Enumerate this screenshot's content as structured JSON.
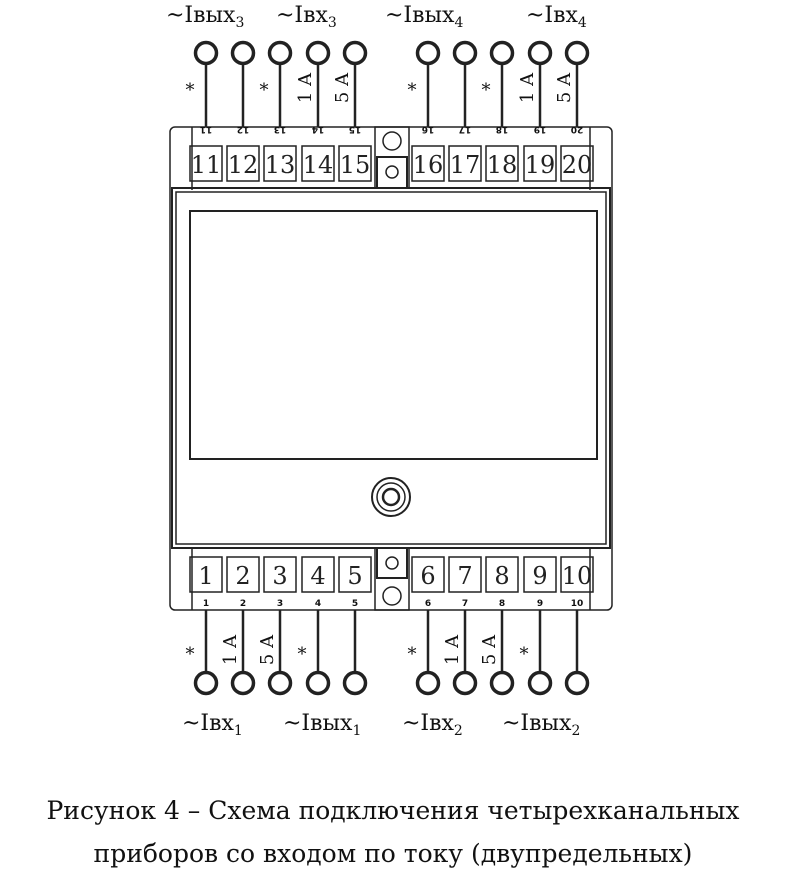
{
  "top_groups": [
    {
      "label": "~Iвых",
      "sub": "3"
    },
    {
      "label": "~Iвх",
      "sub": "3"
    },
    {
      "label": "~Iвых",
      "sub": "4"
    },
    {
      "label": "~Iвх",
      "sub": "4"
    }
  ],
  "bottom_groups": [
    {
      "label": "~Iвх",
      "sub": "1"
    },
    {
      "label": "~Iвых",
      "sub": "1"
    },
    {
      "label": "~Iвх",
      "sub": "2"
    },
    {
      "label": "~Iвых",
      "sub": "2"
    }
  ],
  "top_terminals": [
    {
      "num": "11",
      "ann": "*"
    },
    {
      "num": "12",
      "ann": ""
    },
    {
      "num": "13",
      "ann": "*"
    },
    {
      "num": "14",
      "ann": "1 A"
    },
    {
      "num": "15",
      "ann": "5 A"
    },
    {
      "num": "16",
      "ann": "*"
    },
    {
      "num": "17",
      "ann": ""
    },
    {
      "num": "18",
      "ann": "*"
    },
    {
      "num": "19",
      "ann": "1 A"
    },
    {
      "num": "20",
      "ann": "5 A"
    }
  ],
  "bottom_terminals": [
    {
      "num": "1",
      "ann": "*"
    },
    {
      "num": "2",
      "ann": "1 A"
    },
    {
      "num": "3",
      "ann": "5 A"
    },
    {
      "num": "4",
      "ann": "*"
    },
    {
      "num": "5",
      "ann": ""
    },
    {
      "num": "6",
      "ann": "*"
    },
    {
      "num": "7",
      "ann": "1 A"
    },
    {
      "num": "8",
      "ann": "5 A"
    },
    {
      "num": "9",
      "ann": "*"
    },
    {
      "num": "10",
      "ann": ""
    }
  ],
  "caption": {
    "line1": "Рисунок 4 – Схема подключения четырехканальных",
    "line2": "приборов со входом по току (двупредельных)"
  }
}
